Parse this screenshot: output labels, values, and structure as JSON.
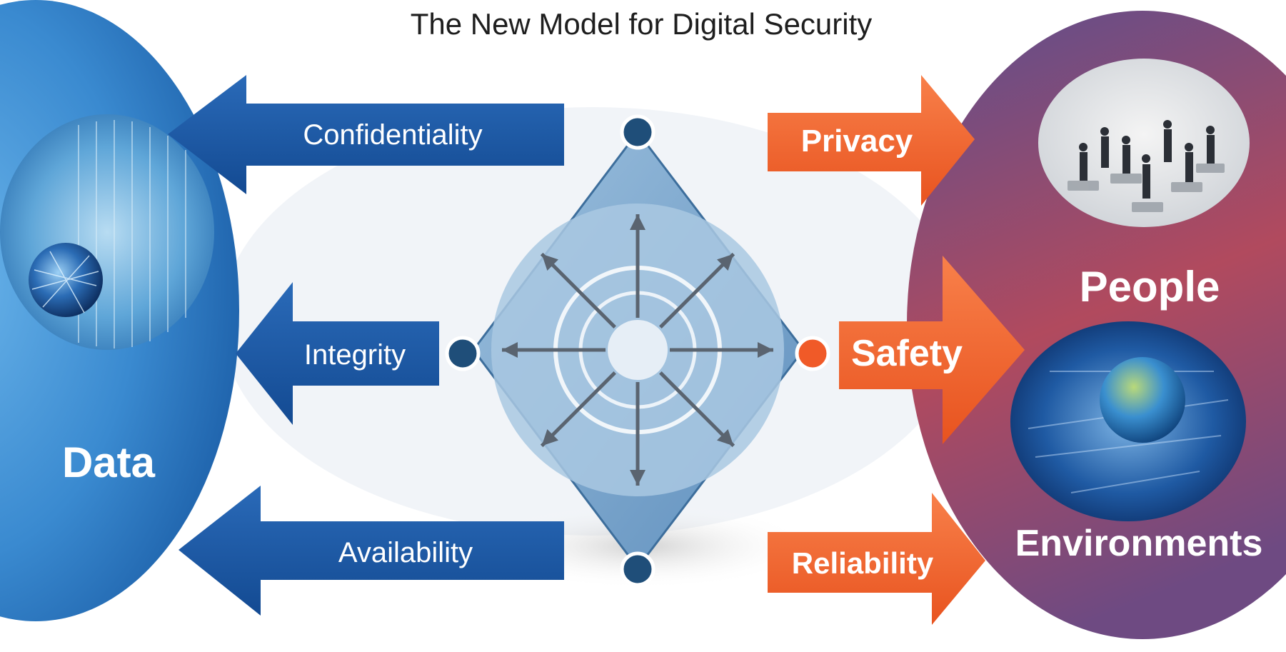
{
  "title": "The New Model for Digital Security",
  "left_group": {
    "label": "Data",
    "arrows": [
      {
        "label": "Confidentiality"
      },
      {
        "label": "Integrity"
      },
      {
        "label": "Availability"
      }
    ]
  },
  "right_group": {
    "labels": [
      "People",
      "Environments"
    ],
    "arrows": [
      {
        "label": "Privacy"
      },
      {
        "label": "Safety"
      },
      {
        "label": "Reliability"
      }
    ]
  },
  "center": {
    "arrow_count": 8
  },
  "colors": {
    "left_blue": "#1a5aa8",
    "left_sphere": "#3a8ad0",
    "right_orange": "#f26a2e",
    "right_sphere_top": "#6b4d8a",
    "right_sphere_bottom": "#c2454c",
    "diamond": "#7ea7cc",
    "node_dark": "#1f4e79",
    "node_orange": "#f05a28",
    "title_text": "#1e1e1e"
  }
}
